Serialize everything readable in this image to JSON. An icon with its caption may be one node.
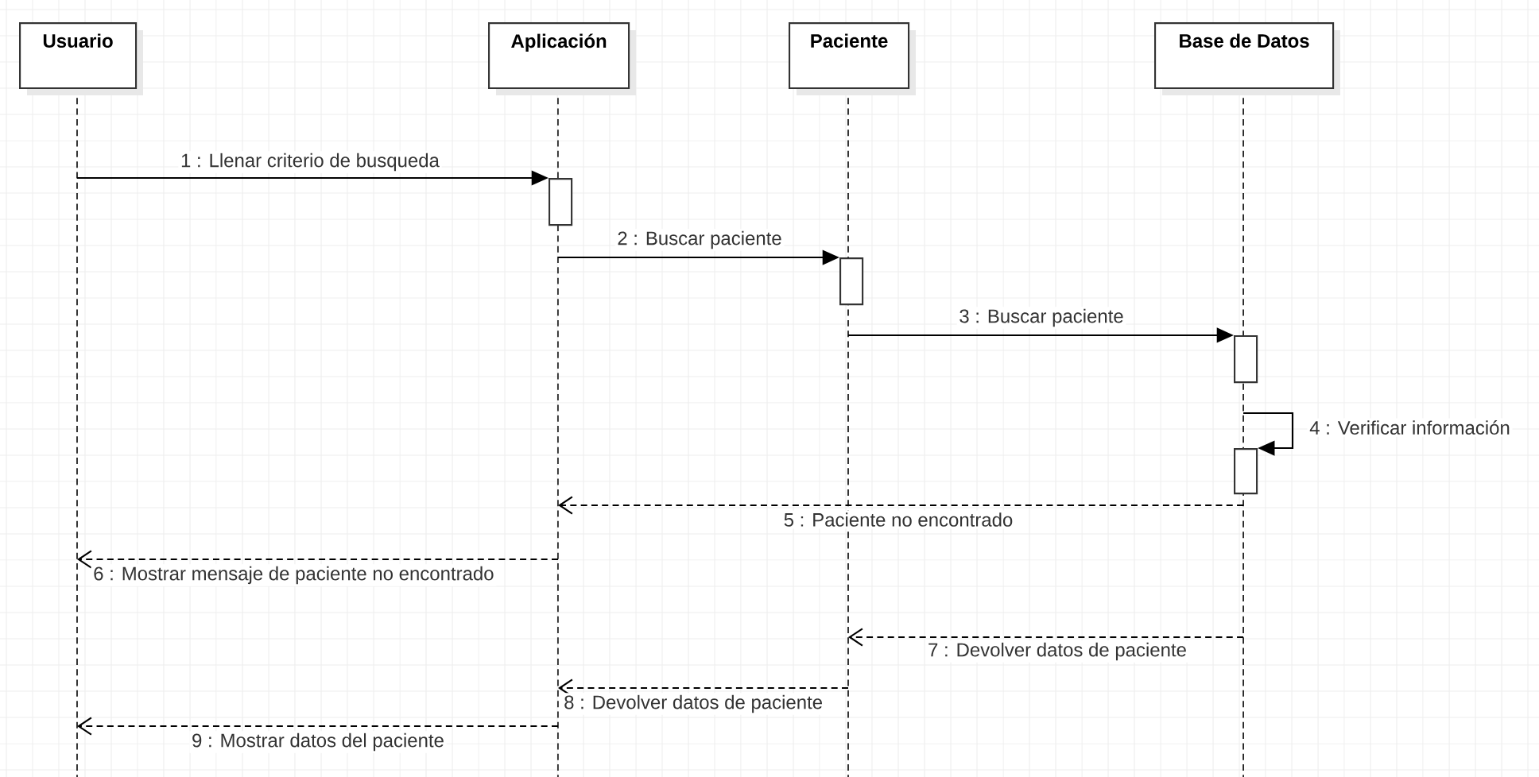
{
  "diagram": {
    "nodes": [
      {
        "text": [
          "Usuario"
        ]
      },
      {
        "text": [
          "Aplicación"
        ]
      },
      {
        "text": [
          "Paciente"
        ]
      },
      {
        "text": [
          "Base de Datos"
        ]
      },
      {
        "text": [],
        "shape": "bar"
      },
      {
        "text": [],
        "shape": "bar"
      },
      {
        "text": [],
        "shape": "bar"
      },
      {
        "text": [],
        "shape": "bar"
      },
      {
        "text": [],
        "shape": "line"
      },
      {
        "text": [],
        "shape": "line"
      },
      {
        "text": [],
        "shape": "line"
      },
      {
        "text": [],
        "shape": "line"
      }
    ],
    "edges": [
      {
        "from": 8,
        "to": 4,
        "arrow": "to",
        "label": "1 : Llenar criterio de busqueda"
      },
      {
        "from": 9,
        "to": 5,
        "arrow": "to",
        "label": "2 : Buscar paciente"
      },
      {
        "from": 10,
        "to": 6,
        "arrow": "to",
        "label": "3 : Buscar paciente"
      },
      {
        "from": 11,
        "to": 7,
        "arrow": "to",
        "label": "4 : Verificar información"
      },
      {
        "from": 11,
        "to": 9,
        "arrow": "to",
        "label": "5 : Paciente no encontrado",
        "style": "dashed"
      },
      {
        "from": 9,
        "to": 8,
        "arrow": "to",
        "label": "6 : Mostrar mensaje de paciente no encontrado",
        "style": "dashed"
      },
      {
        "from": 11,
        "to": 10,
        "arrow": "to",
        "label": "7 : Devolver datos de paciente",
        "style": "dashed"
      },
      {
        "from": 10,
        "to": 9,
        "arrow": "to",
        "label": "8 : Devolver datos de paciente",
        "style": "dashed"
      },
      {
        "from": 9,
        "to": 8,
        "arrow": "to",
        "label": "9 : Mostrar datos del paciente",
        "style": "dashed"
      }
    ]
  }
}
